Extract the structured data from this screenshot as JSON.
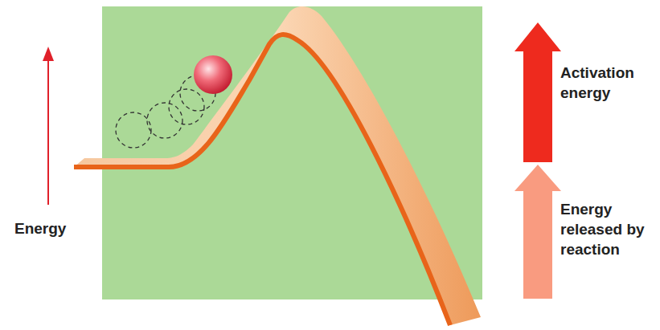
{
  "diagram": {
    "labels": [
      "Energy",
      "Activation energy",
      "Energy released by reaction"
    ]
  }
}
